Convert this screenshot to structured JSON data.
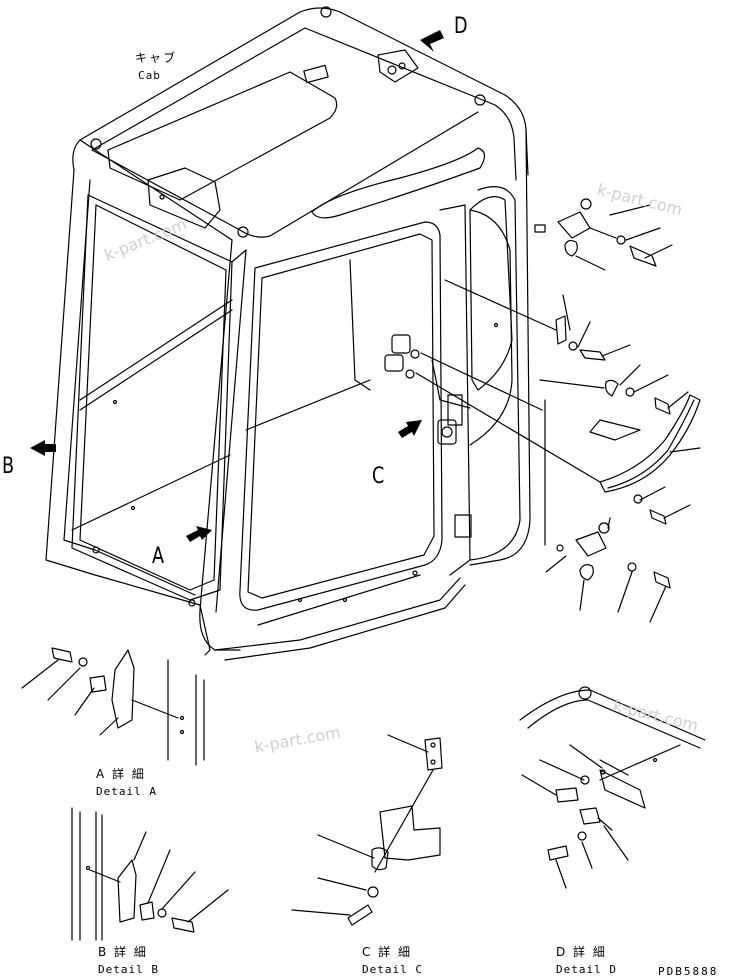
{
  "header": {
    "title_jp": "キャブ",
    "title_en": "Cab"
  },
  "markers": {
    "a": "A",
    "b": "B",
    "c": "C",
    "d": "D"
  },
  "details": {
    "a": {
      "jp": "A 詳 細",
      "en": "Detail A"
    },
    "b": {
      "jp": "B 詳 細",
      "en": "Detail B"
    },
    "c": {
      "jp": "C 詳 細",
      "en": "Detail C"
    },
    "d": {
      "jp": "D 詳 細",
      "en": "Detail D"
    }
  },
  "watermark": "k-part.com",
  "drawing_code": "PDB5888"
}
